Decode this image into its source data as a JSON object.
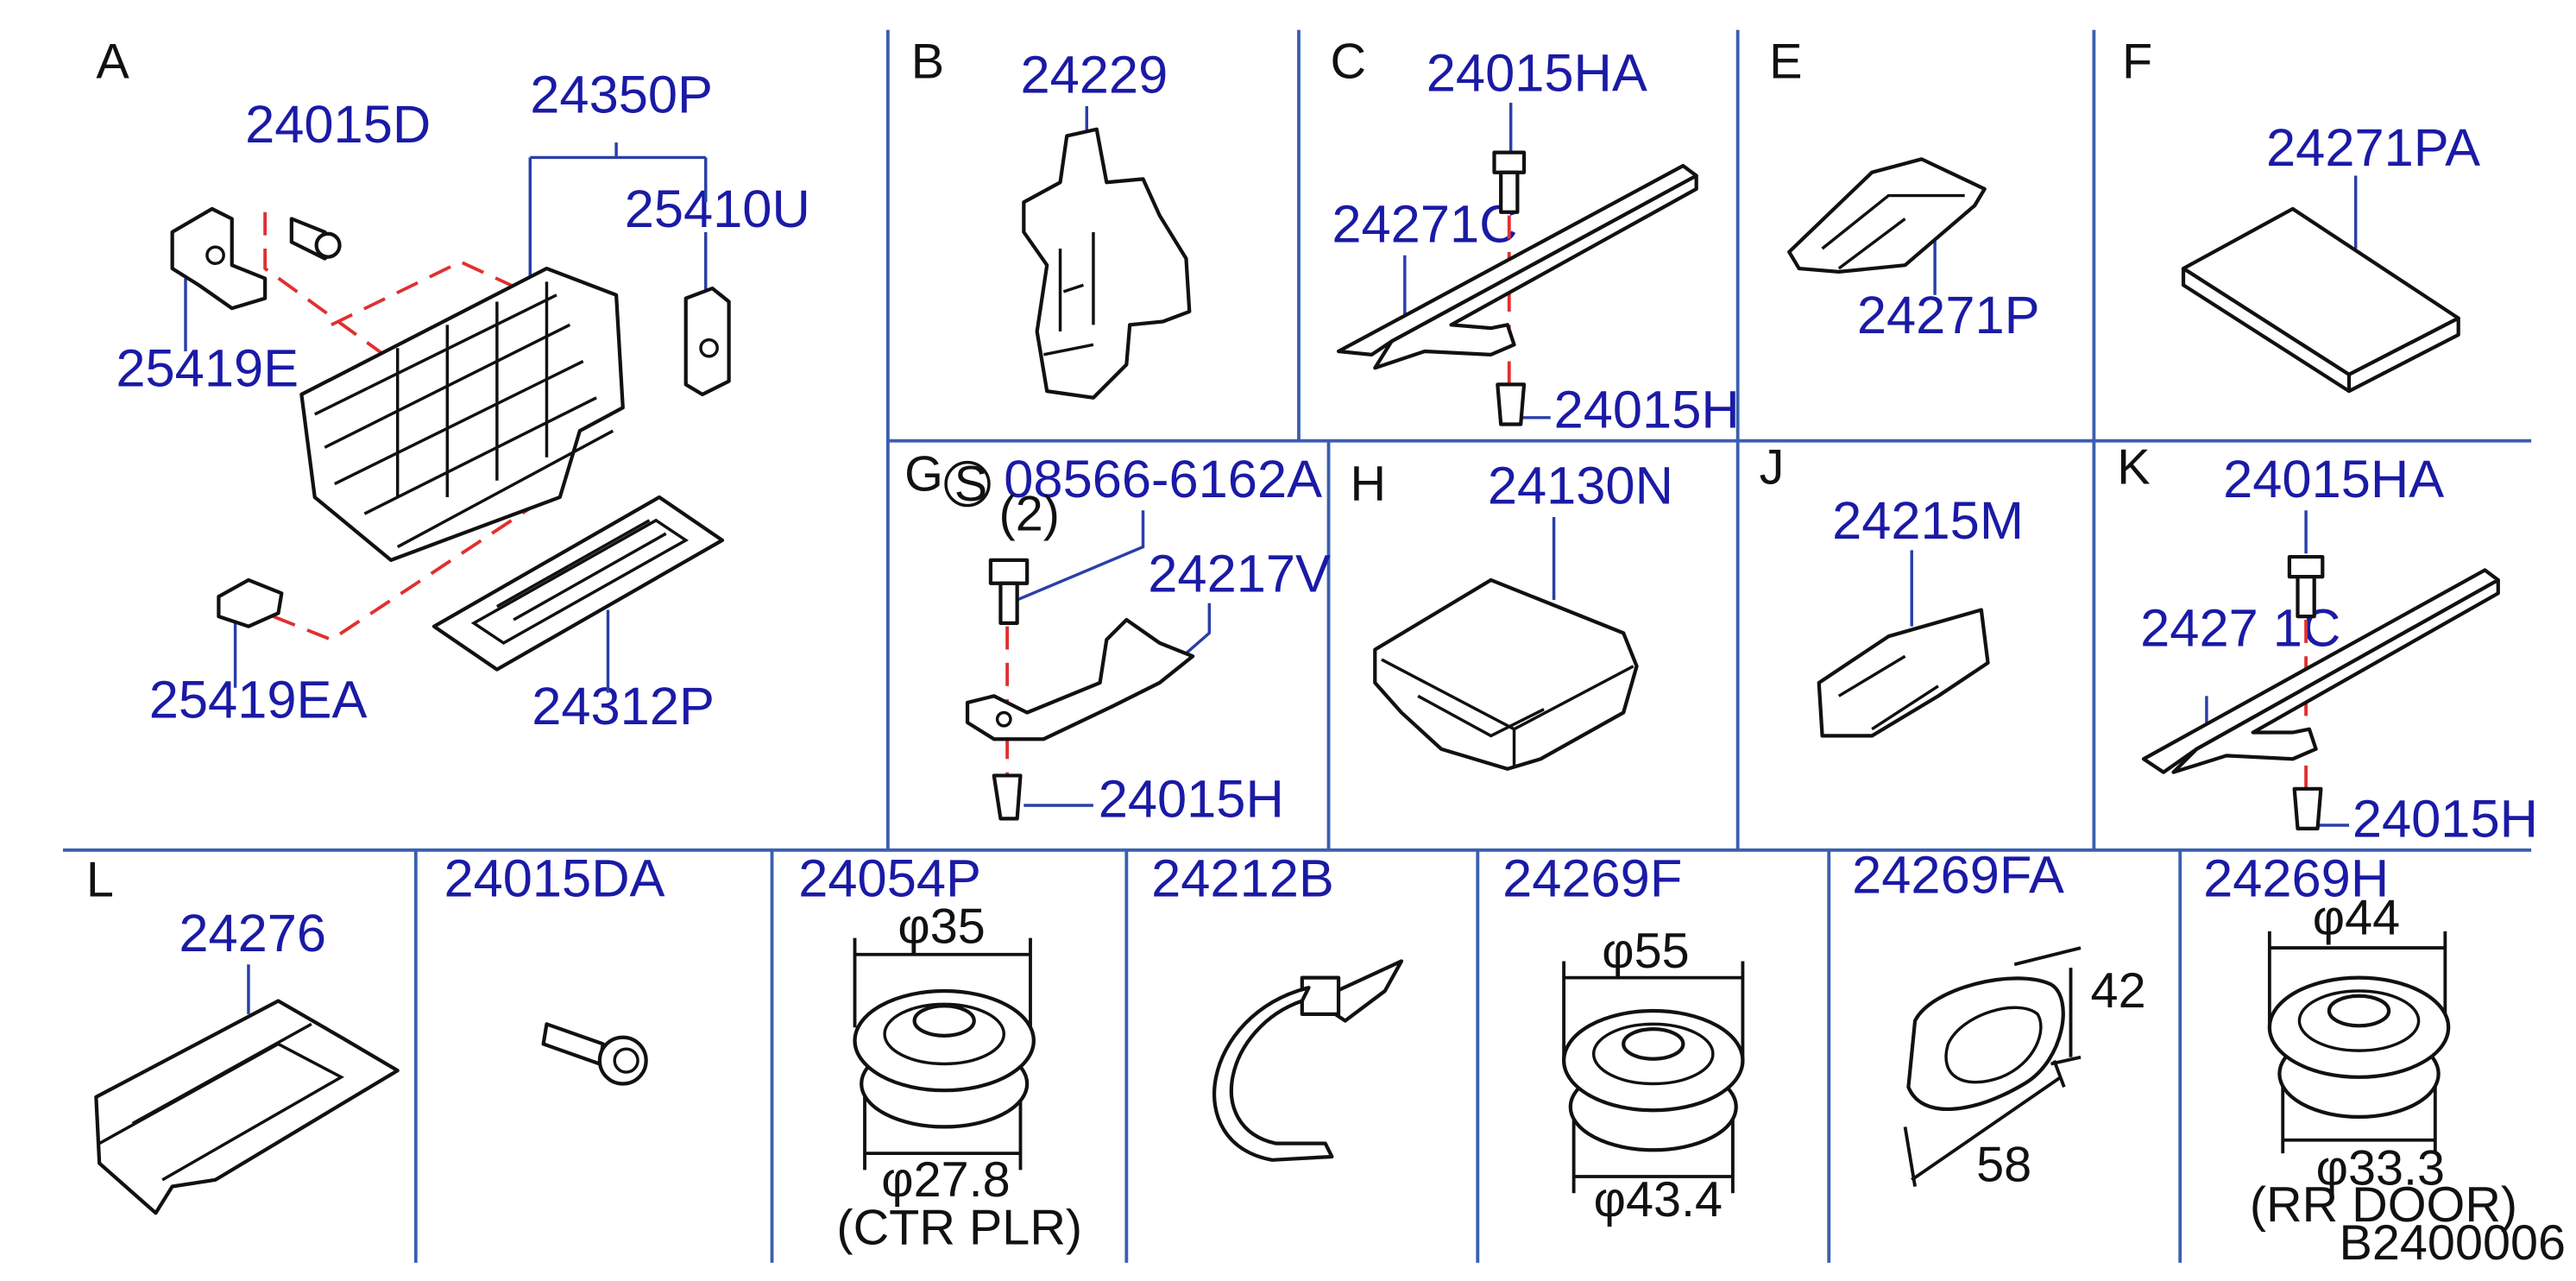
{
  "panels": {
    "A": {
      "letter": "A",
      "parts": [
        "24015D",
        "24350P",
        "25410U",
        "25419E",
        "25419EA",
        "24312P"
      ]
    },
    "B": {
      "letter": "B",
      "parts": [
        "24229"
      ]
    },
    "C": {
      "letter": "C",
      "parts": [
        "24015HA",
        "24271C",
        "24015H"
      ]
    },
    "E": {
      "letter": "E",
      "parts": [
        "24271P"
      ]
    },
    "F": {
      "letter": "F",
      "parts": [
        "24271PA"
      ]
    },
    "G": {
      "letter": "G",
      "symbol": "S",
      "parts": [
        "08566-6162A",
        "24217V",
        "24015H"
      ],
      "qty": "(2)"
    },
    "H": {
      "letter": "H",
      "parts": [
        "24130N"
      ]
    },
    "J": {
      "letter": "J",
      "parts": [
        "24215M"
      ]
    },
    "K": {
      "letter": "K",
      "parts": [
        "24015HA",
        "24015H"
      ],
      "partial_label": "2427 1C"
    },
    "L": {
      "letter": "L",
      "parts": [
        "24276"
      ]
    },
    "bottom": {
      "p24015DA": {
        "part": "24015DA"
      },
      "p24054P": {
        "part": "24054P",
        "dim_top": "φ35",
        "dim_bottom": "φ27.8",
        "note": "(CTR PLR)"
      },
      "p24212B": {
        "part": "24212B"
      },
      "p24269F": {
        "part": "24269F",
        "dim_top": "φ55",
        "dim_bottom": "φ43.4"
      },
      "p24269FA": {
        "part": "24269FA",
        "dim_h": "42",
        "dim_w": "58"
      },
      "p24269H": {
        "part": "24269H",
        "dim_top": "φ44",
        "dim_bottom": "φ33.3",
        "note": "(RR DOOR)"
      }
    }
  },
  "drawing_code": "B2400006"
}
